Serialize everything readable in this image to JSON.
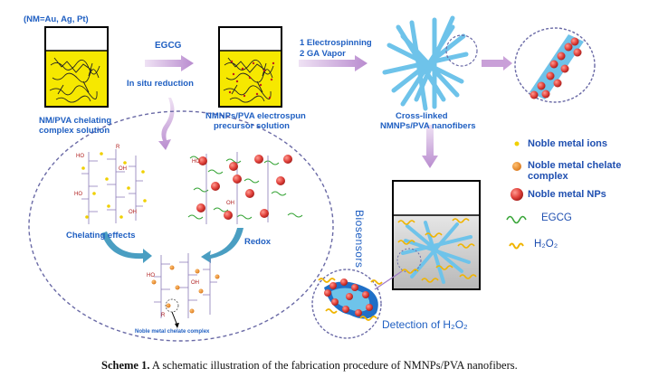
{
  "labels": {
    "metals": "(NM=Au, Ag, Pt)",
    "egcg": "EGCG",
    "in_situ": "In situ reduction",
    "electrospin_1": "1 Electrospinning",
    "electrospin_2": "2 GA Vapor",
    "chelating_solution_1": "NM/PVA chelating",
    "chelating_solution_2": "complex solution",
    "precursor_1": "NMNPs/PVA electrospun",
    "precursor_2": "precursor solution",
    "crosslinked_1": "Cross-linked",
    "crosslinked_2": "NMNPs/PVA nanofibers",
    "biosensors": "Biosensors",
    "chelating_effects": "Chelating effects",
    "redox": "Redox",
    "chelate_complex": "Noble metal chelate complex",
    "detection": "Detection of H₂O₂"
  },
  "legend": [
    {
      "label": "Noble metal ions",
      "symbol": "small-yellow-dot"
    },
    {
      "label": "Noble metal chelate",
      "label2": "complex",
      "symbol": "orange-dot"
    },
    {
      "label": "Noble metal NPs",
      "symbol": "red-sphere"
    },
    {
      "label": "EGCG",
      "symbol": "green-wave"
    },
    {
      "label": "H₂O₂",
      "symbol": "yellow-wave"
    }
  ],
  "caption": {
    "prefix": "Scheme 1.",
    "text": "A schematic illustration of the fabrication procedure of NMNPs/PVA nanofibers."
  },
  "chem": {
    "ho": "HO",
    "oh": "OH",
    "r": "R"
  },
  "colors": {
    "label_blue": "#1f5fc2",
    "arrow_pink": "#c9a0d8",
    "beaker_yellow": "#f6e800",
    "fiber_blue": "#6ec3ea",
    "np_red": "#e0403a",
    "chelate_orange": "#e98a1f",
    "ion_yellow": "#f0d000",
    "egcg_green": "#3aa63a",
    "h2o2_yellow": "#f0b400",
    "dash_purple": "#6a6aa6"
  }
}
